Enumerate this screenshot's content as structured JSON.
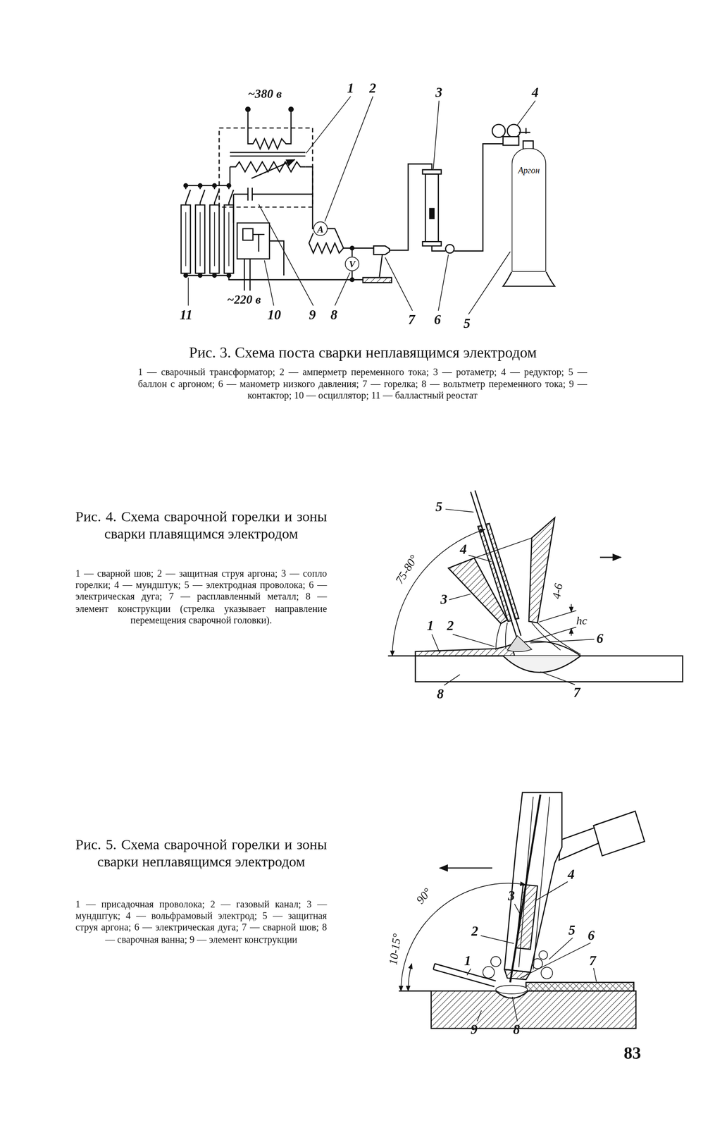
{
  "diagram": {
    "nodes": [
      {
        "text": [
          "Аргон"
        ]
      },
      {
        "text": [
          "A"
        ]
      },
      {
        "text": [
          "V"
        ]
      }
    ],
    "labels": [
      "~380 в",
      "1",
      "2",
      "3",
      "4",
      "11",
      "~220 в",
      "10",
      "9",
      "8",
      "7",
      "6",
      "5",
      "Рис. 3. Схема поста сварки неплавящимся электродом",
      "1 — сварочный трансформатор; 2 — амперметр переменного тока; 3 — ротаметр; 4 — редуктор; 5 — баллон с аргоном; 6 — манометр низкого давления; 7 — горелка; 8 — вольтметр переменного тока; 9 — контактор; 10 — осциллятор; 11 — балластный реостат",
      "Рис. 4. Схема сварочной горелки и зоны сварки плавящимся электродом",
      "1 — сварной шов; 2 — защитная струя аргона; 3 — сопло горелки; 4 — мундштук; 5 — электродная проволока; 6 — электрическая дуга; 7 — расплавленный металл; 8 — элемент конструкции (стрелка указывает направление перемещения сварочной головки).",
      "5",
      "4",
      "3",
      "1",
      "2",
      "6",
      "7",
      "8",
      "75-80°",
      "4-6",
      "hс",
      "Рис. 5. Схема сварочной горелки и зоны сварки неплавящимся электродом",
      "1 — присадочная проволока; 2 — газовый канал; 3 — мундштук; 4 — вольфрамовый электрод; 5 — защитная струя аргона; 6 — электрическая дуга; 7 — сварной шов; 8 — сварочная ванна; 9 — элемент конструкции",
      "4",
      "3",
      "2",
      "5",
      "6",
      "1",
      "7",
      "90°",
      "10-15°",
      "9",
      "8",
      "83"
    ]
  }
}
